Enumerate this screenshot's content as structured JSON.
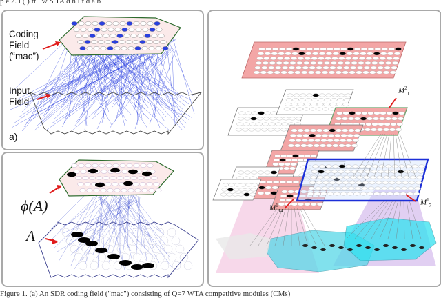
{
  "header_strip": "p      e    2.   l   (  )   ft        l         w        S        TA     d        h               l  f   d   a  b",
  "footer_strip": "Figure 1. (a) An SDR coding field (\"mac\") consisting of Q=7 WTA competitive modules (CMs)",
  "panel_a": {
    "coding_field_label": [
      "Coding",
      "Field",
      "(“mac”)"
    ],
    "input_field_label": [
      "Input",
      "Field"
    ],
    "panel_tag": "a)"
  },
  "panel_b": {
    "phi_label": "ϕ(A)",
    "input_label": "A"
  },
  "panel_c": {
    "macs": [
      {
        "name": "M",
        "sup": "2",
        "sub": "1"
      },
      {
        "name": "M",
        "sup": "1",
        "sub": "14"
      },
      {
        "name": "M",
        "sup": "1",
        "sub": "7"
      }
    ]
  },
  "colors": {
    "connection_blue": "#2a3fe0",
    "mac_pink": "#f3a6a6",
    "highlight_blue": "#1c2fd8",
    "input_cyan": "#58d7e8",
    "cone_purple": "#c9a7e8",
    "cone_pink": "#f0b8d8",
    "panel_border": "#a9a9a9"
  }
}
